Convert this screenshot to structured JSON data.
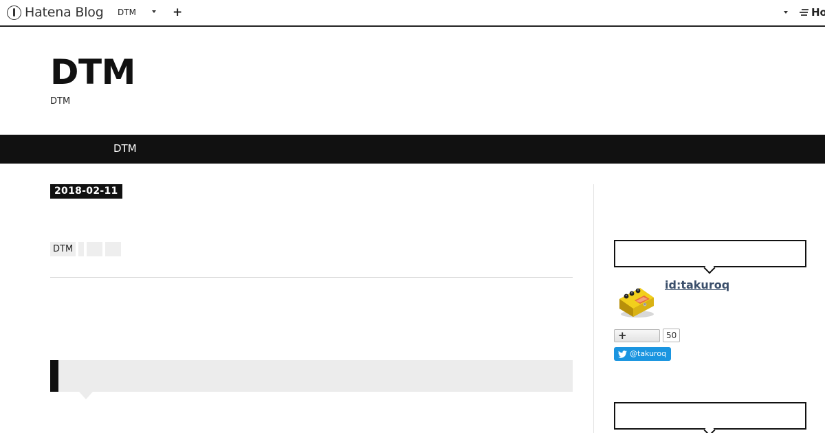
{
  "global_header": {
    "logo_text": "Hatena Blog",
    "blog_name": "DTM",
    "right_logo_text": "Ho"
  },
  "blog": {
    "title": "DTM",
    "description": "DTM"
  },
  "nav": {
    "items": [
      {
        "label": "DTM"
      }
    ]
  },
  "entry": {
    "date": "2018-02-11",
    "categories": [
      {
        "label": "DTM"
      }
    ]
  },
  "sidebar": {
    "profile": {
      "id_text": "id:takuroq",
      "follow_count": "50",
      "twitter_label": "@takuroq"
    }
  },
  "colors": {
    "header_border": "#222222",
    "nav_background": "#111111",
    "date_badge": "#111111",
    "category_bg": "#eeeeee",
    "heading_bg": "#ececec",
    "profile_link": "#3b4f6b",
    "twitter_blue": "#1b95e0"
  },
  "icons": {
    "logo": "hatena-blog-logo-icon",
    "dropdown": "chevron-down-icon",
    "add": "plus-icon",
    "twitter": "twitter-bird-icon",
    "follow": "plus-icon"
  }
}
